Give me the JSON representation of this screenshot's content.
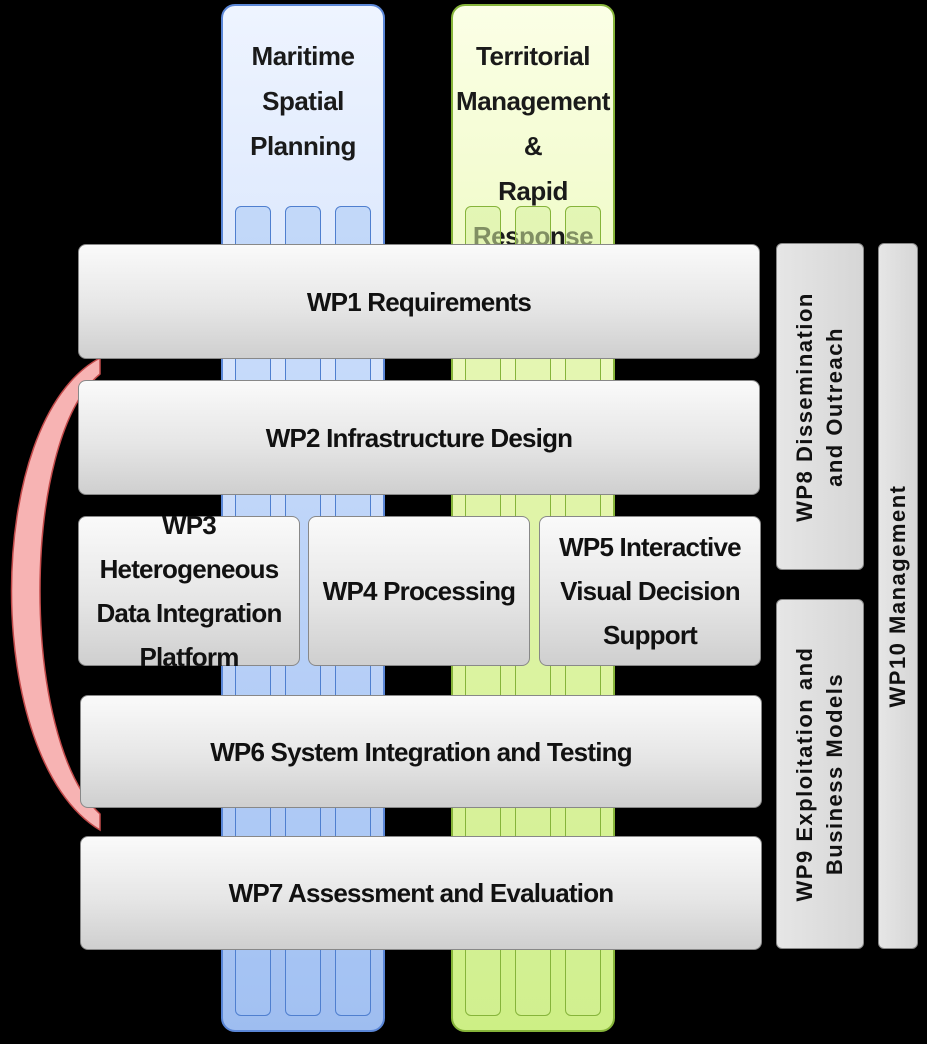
{
  "pillars": {
    "maritime": "Maritime\nSpatial\nPlanning",
    "territorial": "Territorial\nManagement &\nRapid Response"
  },
  "work_packages": {
    "wp1": "WP1 Requirements",
    "wp2": "WP2 Infrastructure Design",
    "wp3": "WP3 Heterogeneous\nData Integration\nPlatform",
    "wp4": "WP4 Processing",
    "wp5": "WP5 Interactive\nVisual Decision\nSupport",
    "wp6": "WP6 System Integration and Testing",
    "wp7": "WP7 Assessment and Evaluation",
    "wp8": "WP8 Dissemination\nand Outreach",
    "wp9": "WP9 Exploitation and\nBusiness Models",
    "wp10": "WP10 Management"
  },
  "colors": {
    "background": "#000000",
    "maritime_pillar": "#9ebdf0",
    "territorial_pillar": "#cdef85",
    "feedback_arrow": "#f4a8a8"
  }
}
